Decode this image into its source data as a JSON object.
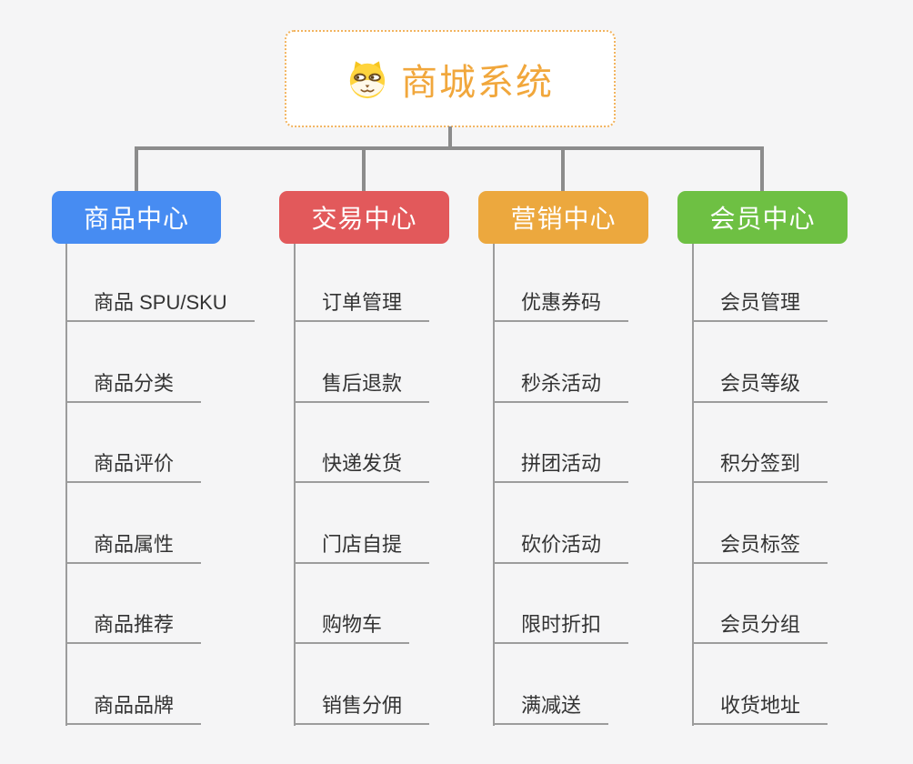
{
  "canvas": {
    "background": "#f5f5f6",
    "connector_color": "#8c8c8c",
    "leaf_line_color": "#9c9c9c",
    "leaf_text_color": "#333333"
  },
  "root": {
    "label": "商城系统",
    "icon": "dog-face-icon",
    "text_color": "#f1a73c",
    "border_color": "#f2b45f",
    "background": "#ffffff"
  },
  "branches": [
    {
      "label": "商品中心",
      "color": "#478cf2",
      "children": [
        "商品 SPU/SKU",
        "商品分类",
        "商品评价",
        "商品属性",
        "商品推荐",
        "商品品牌"
      ]
    },
    {
      "label": "交易中心",
      "color": "#e2595b",
      "children": [
        "订单管理",
        "售后退款",
        "快递发货",
        "门店自提",
        "购物车",
        "销售分佣"
      ]
    },
    {
      "label": "营销中心",
      "color": "#eca83e",
      "children": [
        "优惠券码",
        "秒杀活动",
        "拼团活动",
        "砍价活动",
        "限时折扣",
        "满减送"
      ]
    },
    {
      "label": "会员中心",
      "color": "#6ec043",
      "children": [
        "会员管理",
        "会员等级",
        "积分签到",
        "会员标签",
        "会员分组",
        "收货地址"
      ]
    }
  ]
}
